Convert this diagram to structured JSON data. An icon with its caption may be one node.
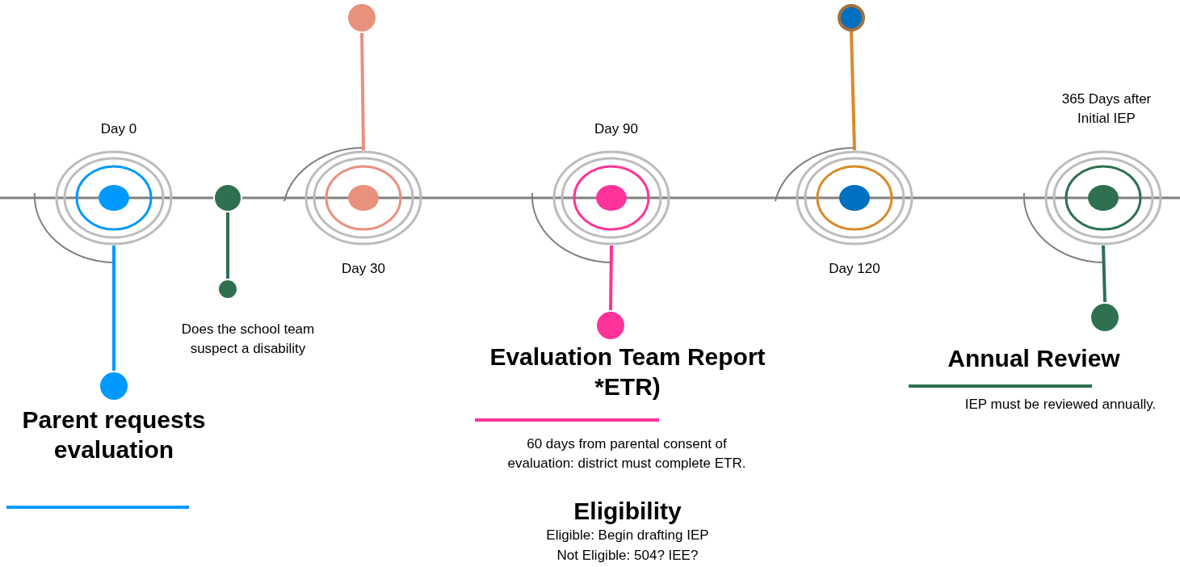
{
  "diagram": {
    "nodes": [
      {
        "text": [],
        "shape": "circle",
        "beside": [
          "Day 0"
        ]
      },
      {
        "text": [],
        "shape": "circle"
      },
      {
        "text": [],
        "shape": "circle"
      },
      {
        "text": [],
        "shape": "circle"
      },
      {
        "text": [],
        "shape": "circle",
        "beside": [
          "Day 30"
        ]
      },
      {
        "text": [],
        "shape": "circle"
      },
      {
        "text": [],
        "shape": "circle",
        "beside": [
          "Day 90"
        ]
      },
      {
        "text": [],
        "shape": "circle"
      },
      {
        "text": [],
        "shape": "circle",
        "beside": [
          "Day 120"
        ]
      },
      {
        "text": [],
        "shape": "circle"
      },
      {
        "text": [],
        "shape": "circle",
        "beside": [
          "365 Days after Initial IEP"
        ]
      },
      {
        "text": [],
        "shape": "circle"
      }
    ],
    "edges": [
      {
        "from": 0,
        "to": 1,
        "arrow": "none",
        "color": "#0099ff"
      },
      {
        "from": 2,
        "to": 3,
        "arrow": "none",
        "color": "#2e7050"
      },
      {
        "from": 4,
        "to": 5,
        "arrow": "none",
        "color": "#e8917d"
      },
      {
        "from": 6,
        "to": 7,
        "arrow": "none",
        "color": "#ff3399"
      },
      {
        "from": 8,
        "to": 9,
        "arrow": "none",
        "color": "#d98a2a"
      },
      {
        "from": 10,
        "to": 11,
        "arrow": "none",
        "color": "#2e7050"
      },
      {
        "from": 0,
        "to": 2,
        "arrow": "none"
      },
      {
        "from": 2,
        "to": 4,
        "arrow": "none"
      },
      {
        "from": 4,
        "to": 6,
        "arrow": "none"
      },
      {
        "from": 6,
        "to": 8,
        "arrow": "none"
      },
      {
        "from": 8,
        "to": 10,
        "arrow": "none"
      }
    ],
    "labels": [
      "Does the school team suspect a disability",
      "Evaluation Team Report *ETR)",
      "60 days from parental consent of evaluation: district must complete ETR.",
      "Eligibility",
      "Eligible: Begin drafting IEP",
      "Not Eligible: 504? IEE?",
      "Annual Review",
      "IEP must be reviewed annually.",
      "Parent requests evaluation"
    ]
  }
}
